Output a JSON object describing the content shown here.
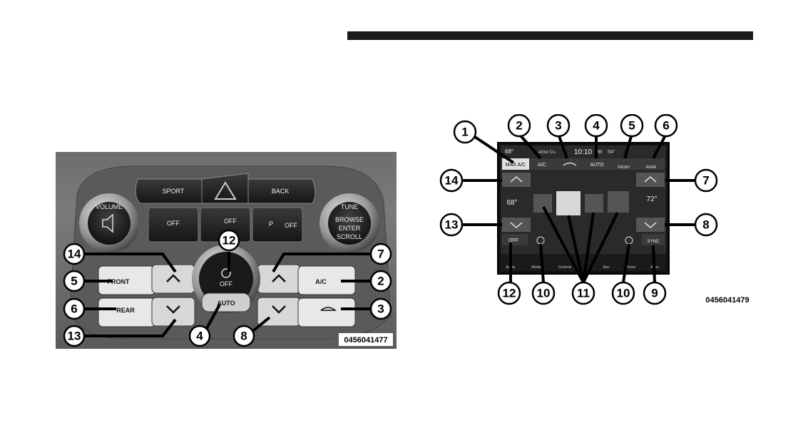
{
  "left_figure": {
    "code": "0456041477",
    "buttons": {
      "sport": "SPORT",
      "back": "BACK",
      "off1": "OFF",
      "off2": "OFF",
      "off3": "OFF",
      "p": "P",
      "volume": "VOLUME",
      "tune": "TUNE",
      "browse": "BROWSE",
      "enter": "ENTER",
      "scroll": "SCROLL",
      "fan_off": "OFF",
      "auto": "AUTO",
      "front": "FRONT",
      "rear": "REAR",
      "ac": "A/C"
    },
    "callouts": [
      "14",
      "12",
      "7",
      "5",
      "2",
      "6",
      "3",
      "13",
      "4",
      "8"
    ]
  },
  "right_figure": {
    "code": "0456041479",
    "screen": {
      "outside_temp": "68°",
      "media_text": "Artist Cn-",
      "clock": "10:10",
      "clock_suffix": "W",
      "temp_right_status": "54°",
      "max_ac": "MAX A/C",
      "ac": "A/C",
      "auto": "AUTO",
      "front": "FRONT",
      "rear": "REAR",
      "driver_temp": "68°",
      "passenger_temp": "72°",
      "off": "OFF",
      "sync": "SYNC",
      "nav_items": [
        "Audio",
        "Media",
        "Controls",
        "Nav",
        "Phone",
        "Apps"
      ]
    },
    "callouts": [
      "1",
      "2",
      "3",
      "4",
      "5",
      "6",
      "14",
      "7",
      "13",
      "8",
      "12",
      "10",
      "11",
      "10",
      "9"
    ]
  }
}
